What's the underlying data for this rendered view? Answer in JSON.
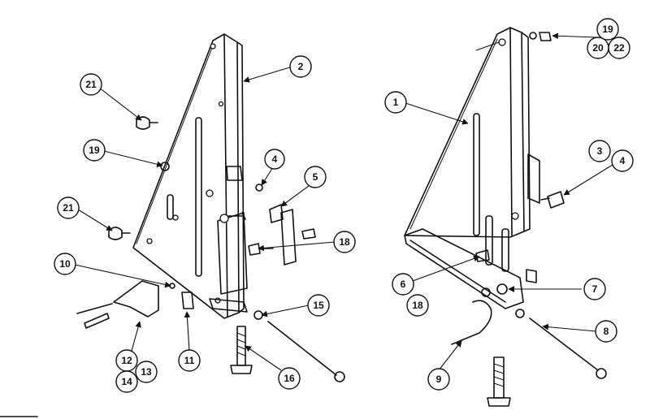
{
  "callouts": {
    "c2": "2",
    "c21a": "21",
    "c19a": "19",
    "c4a": "4",
    "c5": "5",
    "c21b": "21",
    "c18a": "18",
    "c10": "10",
    "c15": "15",
    "c12": "12",
    "c14": "14",
    "c13": "13",
    "c11": "11",
    "c16": "16",
    "c19b": "19",
    "c20": "20",
    "c22": "22",
    "c1": "1",
    "c3": "3",
    "c4b": "4",
    "c6": "6",
    "c18b": "18",
    "c7": "7",
    "c8": "8",
    "c9": "9"
  }
}
